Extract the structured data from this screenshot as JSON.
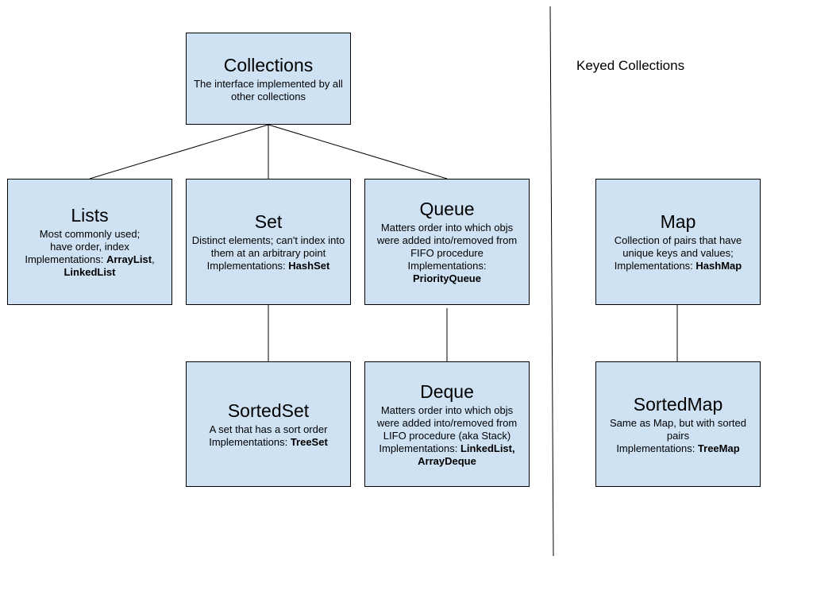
{
  "section_title": "Keyed Collections",
  "colors": {
    "node_fill": "#cfe2f3",
    "line": "#000000"
  },
  "nodes": {
    "collections": {
      "title": "Collections",
      "desc": "The interface implemented by all other collections"
    },
    "lists": {
      "title": "Lists",
      "desc": "Most commonly used; have order, index",
      "impl_label": "Implementations: ",
      "impl_a": "ArrayList",
      "impl_sep": ",",
      "impl_b": "LinkedList"
    },
    "set": {
      "title": "Set",
      "desc": "Distinct elements; can't index into them at an arbitrary point",
      "impl_label": "Implementations: ",
      "impl": "HashSet"
    },
    "queue": {
      "title": "Queue",
      "desc": "Matters order into which objs were added into/removed from FIFO procedure",
      "impl_label": "Implementations:",
      "impl": "PriorityQueue"
    },
    "map": {
      "title": "Map",
      "desc": "Collection of pairs that have unique keys and values;",
      "impl_label": "Implementations: ",
      "impl": "HashMap"
    },
    "sortedset": {
      "title": "SortedSet",
      "desc": "A set that has a sort order",
      "impl_label": "Implementations: ",
      "impl": "TreeSet"
    },
    "deque": {
      "title": "Deque",
      "desc": "Matters order into which objs were added into/removed from LIFO procedure (aka Stack)",
      "impl_label": "Implementations: ",
      "impl_a": "LinkedList,",
      "impl_b": "ArrayDeque"
    },
    "sortedmap": {
      "title": "SortedMap",
      "desc": "Same as Map, but with sorted pairs",
      "impl_label": "Implementations: ",
      "impl": "TreeMap"
    }
  }
}
